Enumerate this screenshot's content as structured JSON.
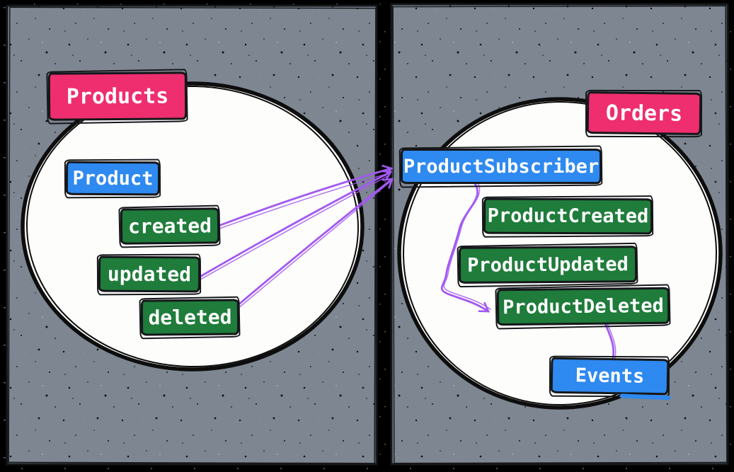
{
  "colors": {
    "pink": "#ee2e6e",
    "blue": "#2e89f0",
    "green": "#1f7c3b",
    "purple": "#a259f2",
    "panel": "#7d8691",
    "ink": "#15171a",
    "paper": "#fdfdfc",
    "bg": "#000000"
  },
  "contexts": {
    "products": {
      "label": "Products",
      "nodes": {
        "product": {
          "label": "Product"
        },
        "created": {
          "label": "created"
        },
        "updated": {
          "label": "updated"
        },
        "deleted": {
          "label": "deleted"
        }
      }
    },
    "orders": {
      "label": "Orders",
      "nodes": {
        "subscriber": {
          "label": "ProductSubscriber"
        },
        "product_created": {
          "label": "ProductCreated"
        },
        "product_updated": {
          "label": "ProductUpdated"
        },
        "product_deleted": {
          "label": "ProductDeleted"
        },
        "events": {
          "label": "Events"
        }
      }
    }
  },
  "connections": [
    {
      "from": "Products.created",
      "to": "Orders.ProductSubscriber"
    },
    {
      "from": "Products.updated",
      "to": "Orders.ProductSubscriber"
    },
    {
      "from": "Products.deleted",
      "to": "Orders.ProductSubscriber"
    },
    {
      "from": "Orders.ProductSubscriber",
      "to": "Orders.ProductDeleted"
    },
    {
      "from": "Orders.ProductDeleted",
      "to": "Orders.Events"
    }
  ]
}
